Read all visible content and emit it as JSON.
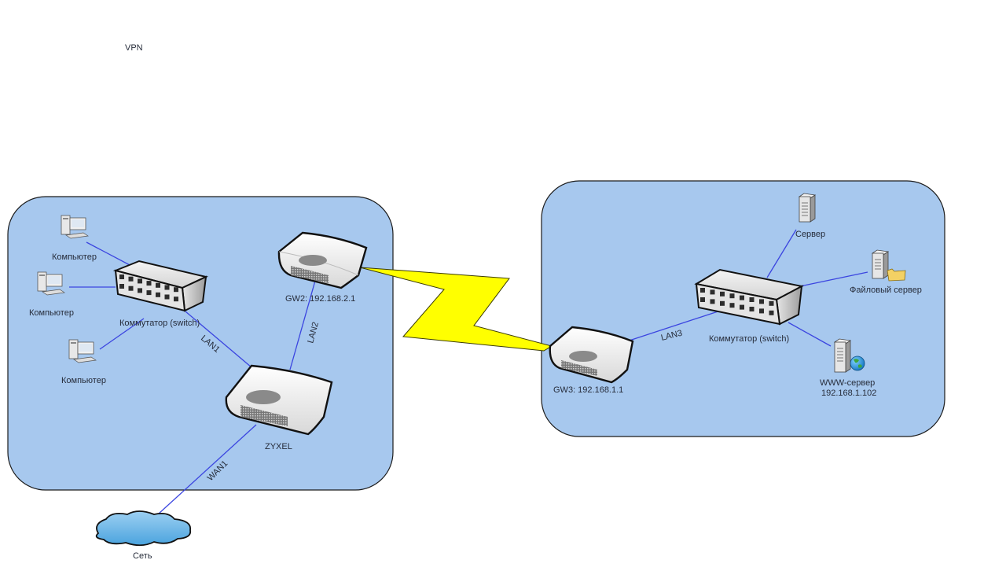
{
  "title": "VPN",
  "colors": {
    "zone_fill": "#a7c8ee",
    "link": "#3b45e0",
    "vpn_bolt": "#ffff00",
    "cloud": "#6fb6e6"
  },
  "zones": [
    {
      "id": "site-a",
      "name": "left-network-zone"
    },
    {
      "id": "site-b",
      "name": "right-network-zone"
    }
  ],
  "nodes": {
    "pc1": {
      "type": "computer",
      "label": "Компьютер"
    },
    "pc2": {
      "type": "computer",
      "label": "Компьютер"
    },
    "pc3": {
      "type": "computer",
      "label": "Компьютер"
    },
    "switch_a": {
      "type": "switch",
      "label": "Коммутатор (switch)"
    },
    "gw2": {
      "type": "router",
      "label": "GW2: 192.168.2.1"
    },
    "zyxel": {
      "type": "router",
      "label": "ZYXEL"
    },
    "internet": {
      "type": "cloud",
      "label": "Сеть"
    },
    "gw3": {
      "type": "router",
      "label": "GW3: 192.168.1.1"
    },
    "switch_b": {
      "type": "switch",
      "label": "Коммутатор (switch)"
    },
    "server": {
      "type": "server",
      "label": "Сервер"
    },
    "file_server": {
      "type": "file-server",
      "label": "Файловый сервер"
    },
    "www_server": {
      "type": "web-server",
      "label": "WWW-сервер",
      "sublabel": "192.168.1.102"
    }
  },
  "links": [
    {
      "from": "pc1",
      "to": "switch_a",
      "label": ""
    },
    {
      "from": "pc2",
      "to": "switch_a",
      "label": ""
    },
    {
      "from": "pc3",
      "to": "switch_a",
      "label": ""
    },
    {
      "from": "switch_a",
      "to": "zyxel",
      "label": "LAN1"
    },
    {
      "from": "gw2",
      "to": "zyxel",
      "label": "LAN2"
    },
    {
      "from": "zyxel",
      "to": "internet",
      "label": "WAN1"
    },
    {
      "from": "gw3",
      "to": "switch_b",
      "label": "LAN3"
    },
    {
      "from": "switch_b",
      "to": "server",
      "label": ""
    },
    {
      "from": "switch_b",
      "to": "file_server",
      "label": ""
    },
    {
      "from": "switch_b",
      "to": "www_server",
      "label": ""
    },
    {
      "from": "gw2",
      "to": "gw3",
      "label": "",
      "type": "vpn-tunnel"
    }
  ]
}
